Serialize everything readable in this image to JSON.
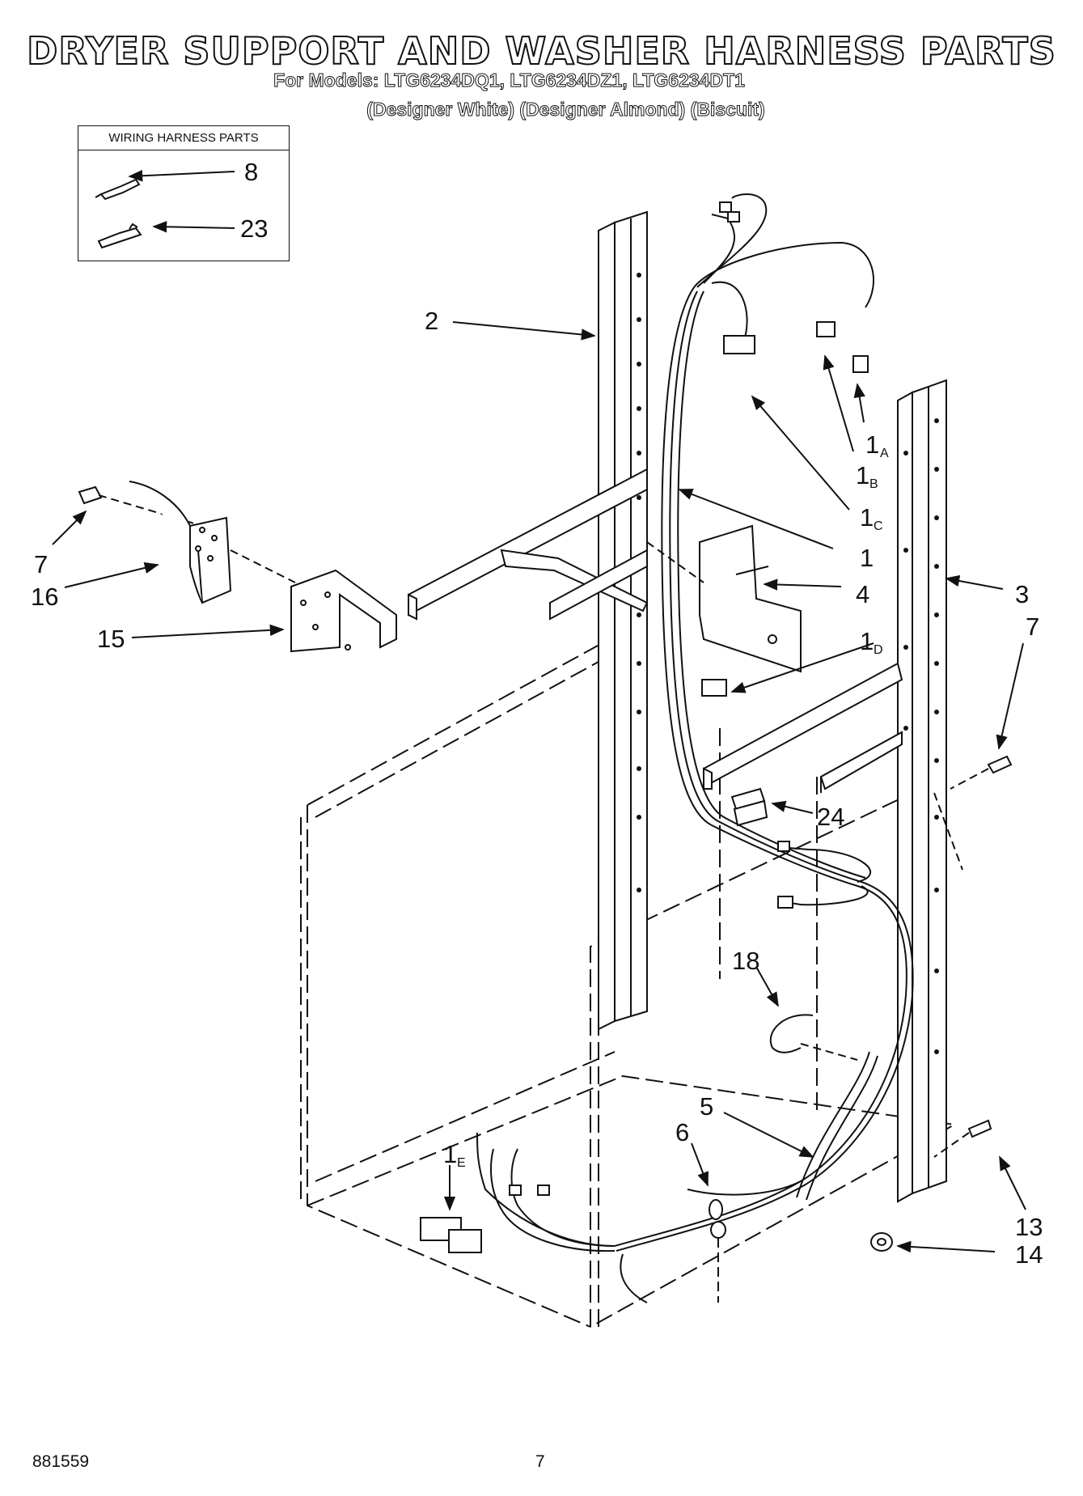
{
  "header": {
    "title": "DRYER SUPPORT AND WASHER HARNESS PARTS",
    "models_line": "For Models: LTG6234DQ1, LTG6234DZ1, LTG6234DT1",
    "colors_line": "(Designer White) (Designer Almond) (Biscuit)"
  },
  "inset": {
    "heading": "WIRING HARNESS PARTS",
    "items": [
      {
        "callout": "8",
        "part": "terminal-icon"
      },
      {
        "callout": "23",
        "part": "connector-terminal-icon"
      }
    ]
  },
  "callouts": {
    "c2": "2",
    "c1a_num": "1",
    "c1a_sub": "A",
    "c1b_num": "1",
    "c1b_sub": "B",
    "c1c_num": "1",
    "c1c_sub": "C",
    "c1": "1",
    "c4": "4",
    "c3": "3",
    "c7_right": "7",
    "c1d_num": "1",
    "c1d_sub": "D",
    "c24": "24",
    "c7_left": "7",
    "c16": "16",
    "c15": "15",
    "c18": "18",
    "c5": "5",
    "c6": "6",
    "c1e_num": "1",
    "c1e_sub": "E",
    "c13": "13",
    "c14": "14"
  },
  "footer": {
    "doc_number": "881559",
    "page_number": "7"
  }
}
